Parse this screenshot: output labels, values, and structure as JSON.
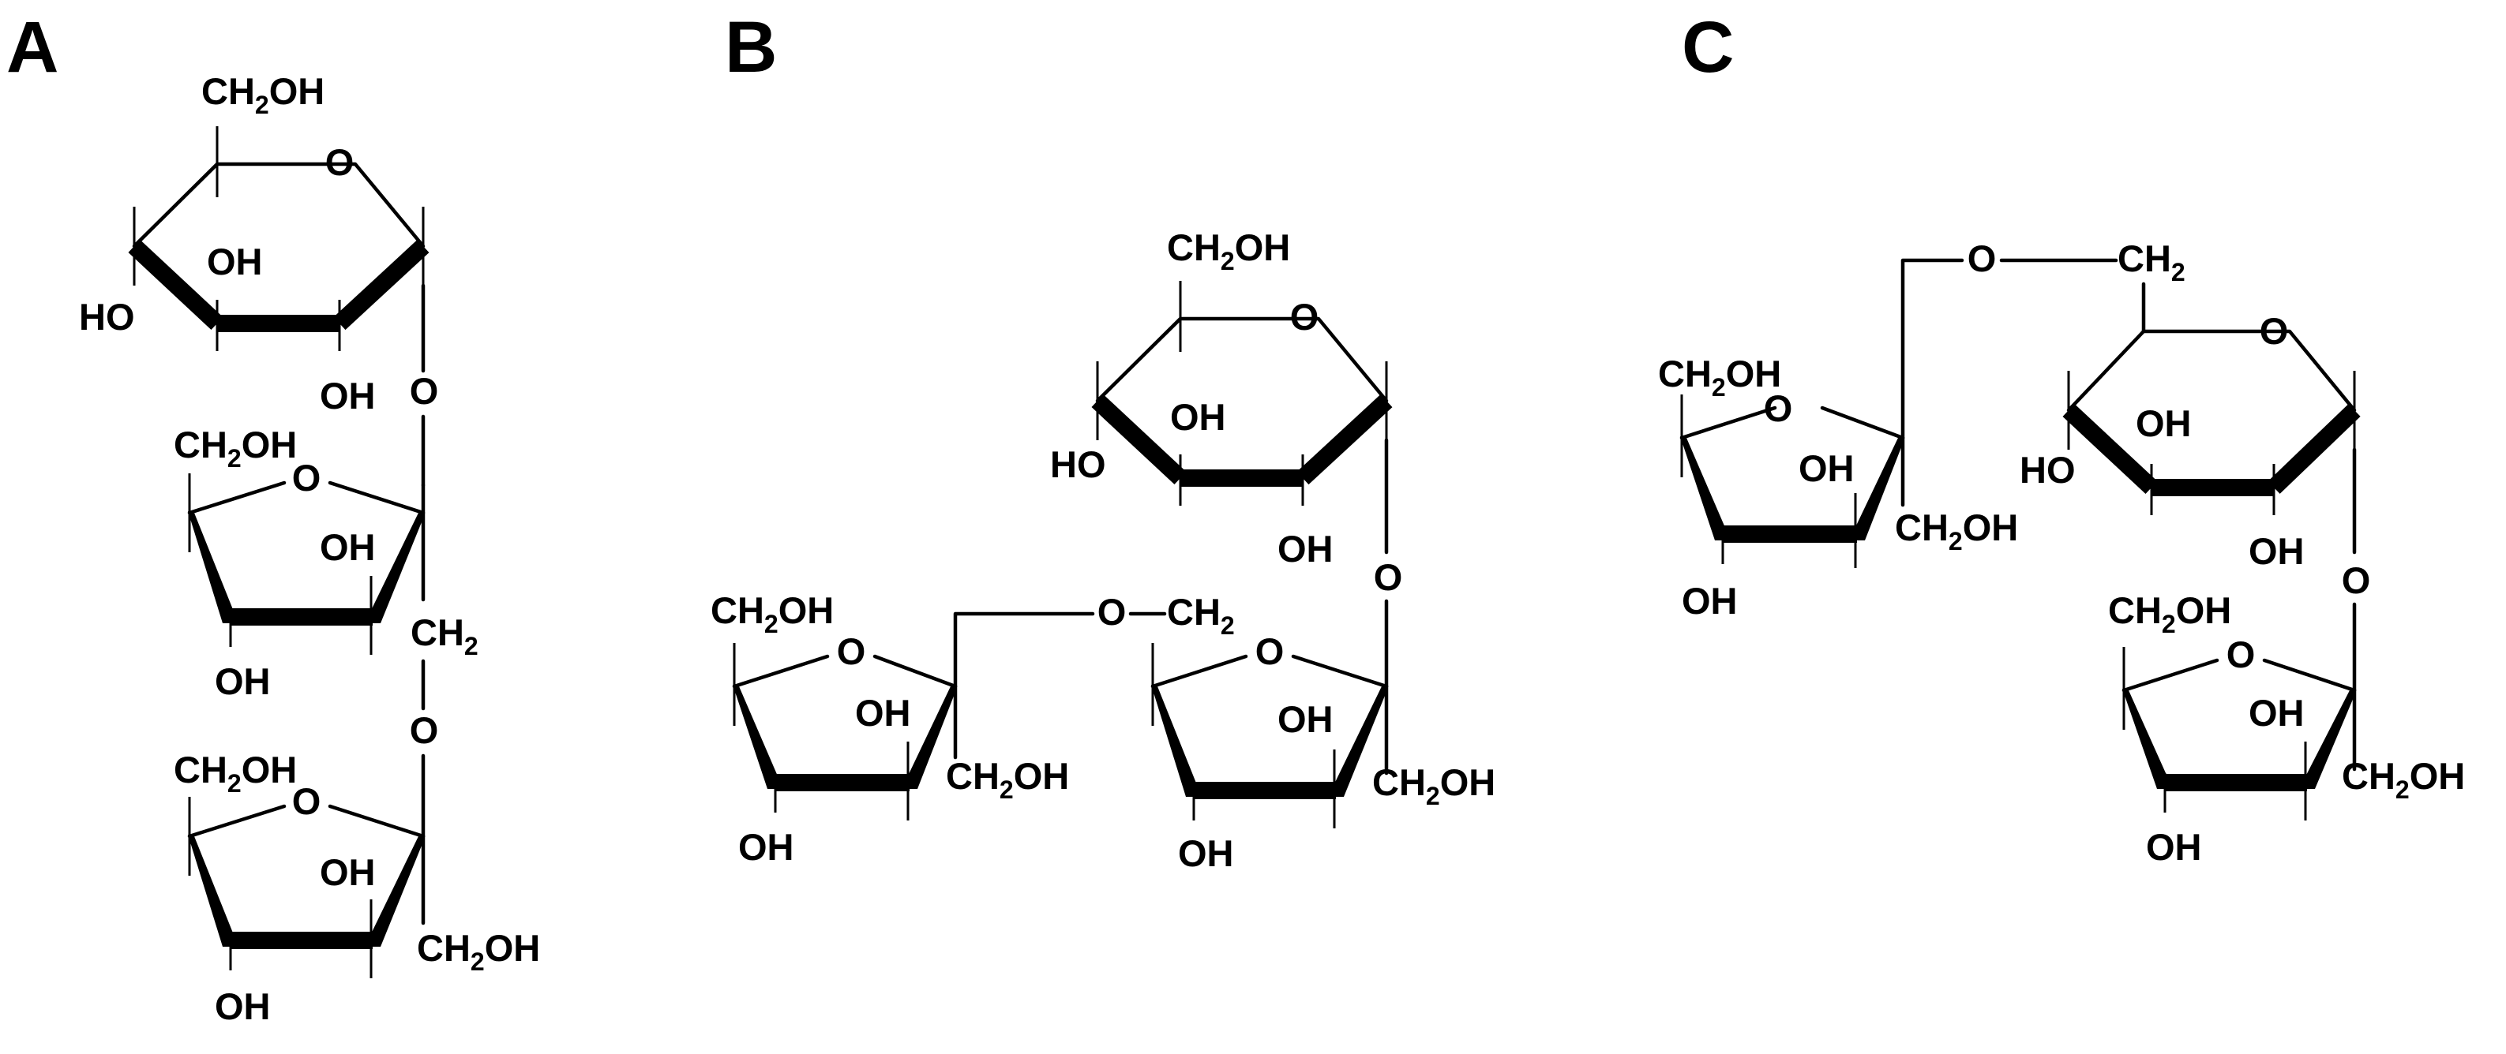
{
  "panels": [
    {
      "id": "A",
      "label": "A"
    },
    {
      "id": "B",
      "label": "B"
    },
    {
      "id": "C",
      "label": "C"
    }
  ],
  "atoms": {
    "oh": "OH",
    "ho": "HO",
    "o": "O",
    "ch2oh_pre": "CH",
    "ch2oh_sub": "2",
    "ch2oh_post": "OH",
    "ch2_pre": "CH",
    "ch2_sub": "2"
  }
}
